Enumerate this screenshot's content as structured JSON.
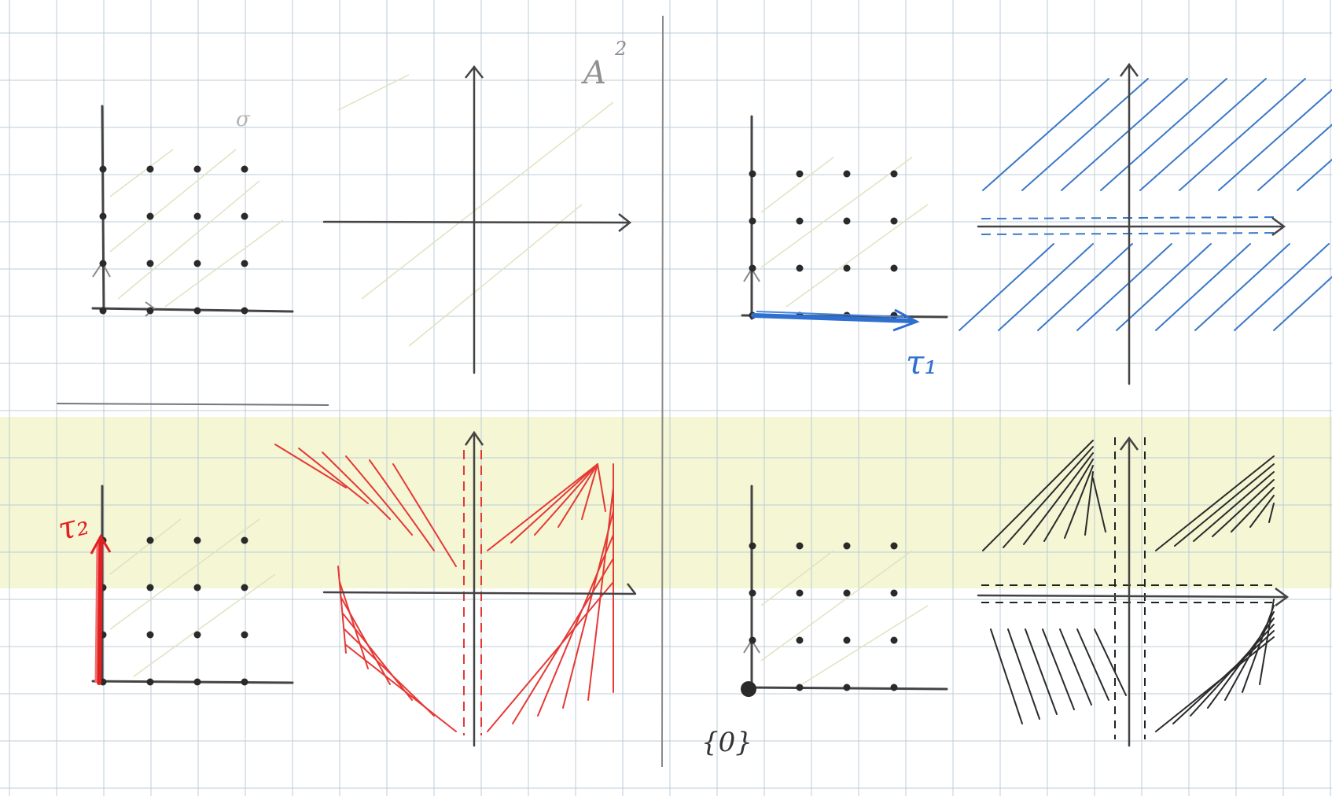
{
  "sheet": {
    "paper_color": "#ffffff",
    "grid_color": "#bcccd8",
    "highlight_color": "#f4f6d4",
    "ink_color": "#3a3a3a",
    "pale_hatch_color": "#dfe3c2"
  },
  "panels": {
    "top_left": {
      "caption": "σ",
      "space_label": "A",
      "space_superscript": "2",
      "lattice_columns": 4,
      "lattice_rows": 4
    },
    "top_right": {
      "ray_label": "τ₁",
      "ray_color": "#2f6fd0",
      "hatch_color": "#3a78c8",
      "lattice_columns": 4,
      "lattice_rows": 4
    },
    "bottom_left": {
      "ray_label": "τ₂",
      "ray_color": "#e32020",
      "hatch_color": "#e53935",
      "lattice_columns": 4,
      "lattice_rows": 4
    },
    "bottom_right": {
      "origin_label": "{0}",
      "hatch_color": "#2b2b2b",
      "lattice_columns": 4,
      "lattice_rows": 4
    }
  }
}
